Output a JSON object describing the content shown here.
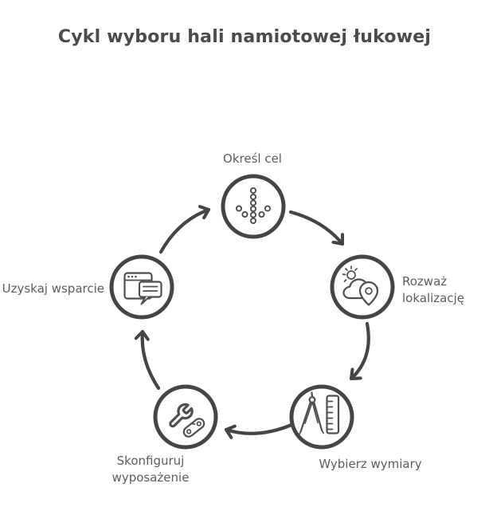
{
  "title": "Cykl wyboru hali namiotowej łukowej",
  "diagram": {
    "type": "cycle",
    "direction": "clockwise",
    "steps": [
      {
        "id": "okresl-cel",
        "label": "Określ cel",
        "icon": "dotted-down-arrow-icon",
        "position": "top"
      },
      {
        "id": "rozwaz-lokalizacje",
        "label": "Rozważ lokalizację",
        "icon": "cloud-sun-location-pin-icon",
        "position": "right"
      },
      {
        "id": "wybierz-wymiary",
        "label": "Wybierz wymiary",
        "icon": "compass-ruler-icon",
        "position": "bottom-right"
      },
      {
        "id": "skonfiguruj-wyposazenie",
        "label": "Skonfiguruj wyposażenie",
        "icon": "wrench-tool-icon",
        "position": "bottom-left"
      },
      {
        "id": "uzyskaj-wsparcie",
        "label": "Uzyskaj wsparcie",
        "icon": "browser-chat-icon",
        "position": "left"
      }
    ]
  },
  "colors": {
    "background": "#ffffff",
    "node_stroke": "#454545",
    "arrow_stroke": "#454545",
    "icon_stroke": "#4f4f4f",
    "title_text": "#4b4b4b",
    "label_text": "#5d5d5d"
  }
}
